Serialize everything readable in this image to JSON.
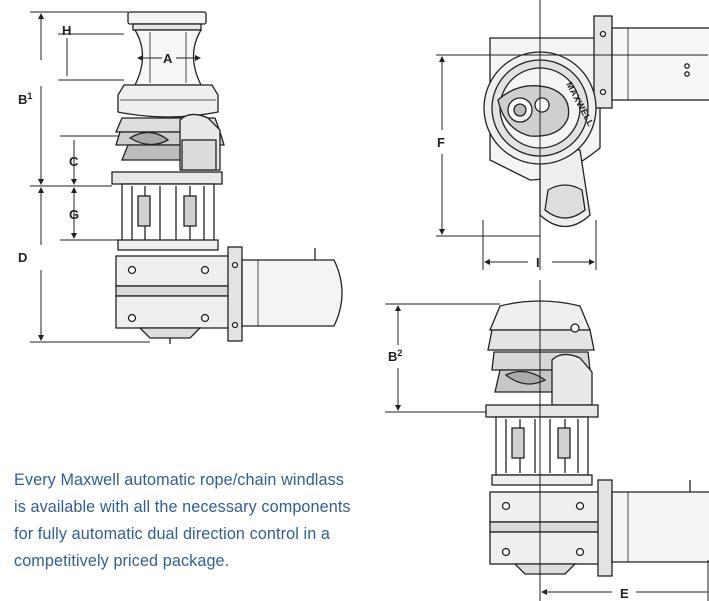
{
  "dimension_labels": {
    "A": "A",
    "H": "H",
    "B1": "B",
    "B1_sup": "1",
    "C": "C",
    "G": "G",
    "D": "D",
    "F": "F",
    "I": "I",
    "B2": "B",
    "B2_sup": "2",
    "E": "E"
  },
  "brand_mark": "MAXWELL",
  "caption_lines": [
    "Every Maxwell automatic rope/chain windlass",
    "is available with all the necessary components",
    "for fully automatic dual direction control in a",
    "competitively priced package."
  ],
  "colors": {
    "caption": "#2f5f95",
    "drawing_line": "#222222"
  }
}
